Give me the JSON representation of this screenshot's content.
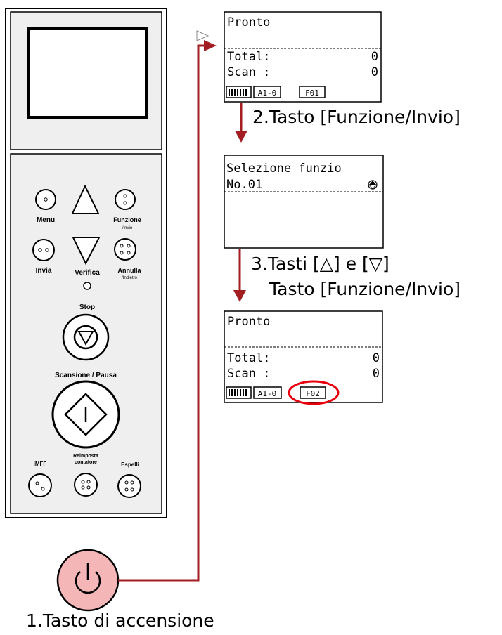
{
  "colors": {
    "arrow": "#a31e22",
    "power_fill": "#f4b6b6",
    "highlight": "#e8000d",
    "panel_bg": "#efefef",
    "lcd_bg": "#ffffff"
  },
  "panel": {
    "buttons": {
      "menu": "Menu",
      "funzione_line1": "Funzione",
      "funzione_line2": "/Invio",
      "invia": "Invia",
      "verifica": "Verifica",
      "annulla_line1": "Annulla",
      "annulla_line2": "/Indietro",
      "stop": "Stop",
      "scan_pause": "Scansione / Pausa",
      "imff": "iMFF",
      "reset_line1": "Reimposta",
      "reset_line2": "contatore",
      "eject": "Espelli"
    }
  },
  "screens": {
    "screen1": {
      "status": "Pronto",
      "total_label": "Total:",
      "total_value": "0",
      "scan_label": "Scan :",
      "scan_value": "0",
      "badge_a": "A1-0",
      "badge_f": "F01"
    },
    "screen2": {
      "title": "Selezione funzio",
      "number": "No.01"
    },
    "screen3": {
      "status": "Pronto",
      "total_label": "Total:",
      "total_value": "0",
      "scan_label": "Scan :",
      "scan_value": "0",
      "badge_a": "A1-0",
      "badge_f": "F02"
    }
  },
  "steps": {
    "step1": "1.Tasto di accensione",
    "step2": "2.Tasto [Funzione/Invio]",
    "step3_line1": "3.Tasti [△] e [▽]",
    "step3_line2": "Tasto [Funzione/Invio]"
  }
}
